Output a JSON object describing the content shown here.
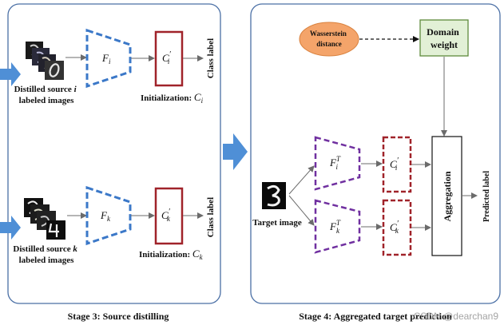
{
  "stage3": {
    "caption": "Stage 3: Source distilling",
    "source_i": {
      "line1": "Distilled source ",
      "var": "i",
      "line2": "labeled images"
    },
    "source_k": {
      "line1": "Distilled source ",
      "var": "k",
      "line2": "labeled images"
    },
    "feature_i": {
      "letter": "F",
      "sub": "i"
    },
    "feature_k": {
      "letter": "F",
      "sub": "k"
    },
    "classifier_i": {
      "letter": "C",
      "sup": "′",
      "sub": "i"
    },
    "classifier_k": {
      "letter": "C",
      "sup": "′",
      "sub": "k"
    },
    "init_i": {
      "prefix": "Initialization: ",
      "letter": "C",
      "sub": "i"
    },
    "init_k": {
      "prefix": "Initialization: ",
      "letter": "C",
      "sub": "k"
    },
    "class_label": "Class label"
  },
  "stage4": {
    "caption": "Stage 4: Aggregated target prediction",
    "wasserstein_line1": "Wasserstein",
    "wasserstein_line2": "distance",
    "domain_weight_line1": "Domain",
    "domain_weight_line2": "weight",
    "target_image": "Target image",
    "feature_i": {
      "letter": "F",
      "sup": "T",
      "sub": "i"
    },
    "feature_k": {
      "letter": "F",
      "sup": "T",
      "sub": "k"
    },
    "classifier_i": {
      "letter": "C",
      "sup": "′",
      "sub": "i"
    },
    "classifier_k": {
      "letter": "C",
      "sup": "′",
      "sub": "k"
    },
    "aggregation": "Aggregation",
    "predicted_label": "Predicted label"
  },
  "watermark": "CSDN @dearchan9",
  "colors": {
    "panel_border": "#4a6fa5",
    "arrow_blue": "#4f8fd6",
    "feature_blue": "#3b78c8",
    "classifier_red": "#a0232a",
    "feature_purple": "#7030a0",
    "wasserstein_fill": "#f4a46a",
    "domain_weight_fill": "#e2f0d6",
    "domain_weight_border": "#5f8a3c"
  }
}
